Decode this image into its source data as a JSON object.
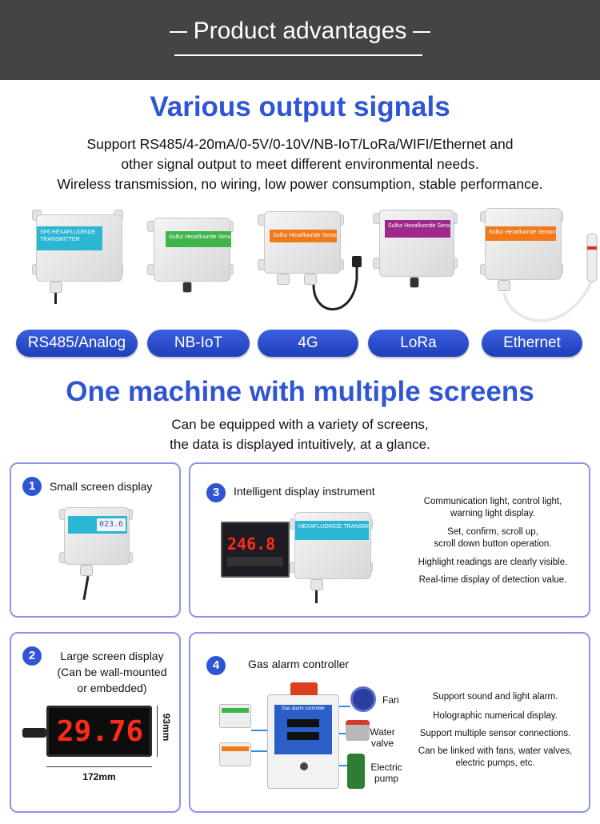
{
  "header": {
    "title": "Product advantages"
  },
  "section1": {
    "title": "Various output signals",
    "desc": [
      "Support RS485/4-20mA/0-5V/0-10V/NB-IoT/LoRa/WIFI/Ethernet and",
      "other signal output to meet different environmental needs.",
      "Wireless transmission, no wiring, low power consumption, stable performance."
    ],
    "devices": [
      {
        "label": "SF6 HEXAFLUORIDE TRANSMITTER",
        "color": "#2bb6d4"
      },
      {
        "label": "Sulfur Hexafluoride Sensor",
        "color": "#3db54a"
      },
      {
        "label": "Sulfur Hexafluoride Sensor",
        "color": "#f07a1a"
      },
      {
        "label": "Sulfur Hexafluoride Sensor",
        "color": "#a0288c"
      },
      {
        "label": "Sulfur Hexafluoride Sensor",
        "color": "#f07a1a"
      }
    ],
    "pills": [
      "RS485/Analog",
      "NB-IoT",
      "4G",
      "LoRa",
      "Ethernet"
    ]
  },
  "section2": {
    "title": "One machine with multiple screens",
    "desc": [
      "Can be equipped with a variety of screens,",
      "the data is displayed intuitively, at a glance."
    ]
  },
  "cards": {
    "c1": {
      "num": "1",
      "title": "Small screen display",
      "screen": "023.6"
    },
    "c2": {
      "num": "2",
      "title_lines": [
        "Large screen display",
        "(Can be wall-mounted",
        "or embedded)"
      ],
      "reading": "29.76",
      "width_label": "172mm",
      "height_label": "93mm"
    },
    "c3": {
      "num": "3",
      "title": "Intelligent display instrument",
      "reading": "246.8",
      "features": [
        [
          "Communication light, control light,",
          "warning light display."
        ],
        [
          "Set, confirm, scroll up,",
          "scroll down button operation."
        ],
        [
          "Highlight readings are clearly visible."
        ],
        [
          "Real-time display of detection value."
        ]
      ],
      "device_label": "HEXAFLUORIDE TRANSMITTER"
    },
    "c4": {
      "num": "4",
      "title": "Gas alarm controller",
      "controller_label": "Gas alarm controller",
      "outputs": [
        "Fan",
        "Water valve",
        "Electric pump"
      ],
      "features": [
        [
          "Support sound and light alarm."
        ],
        [
          "Holographic numerical display."
        ],
        [
          "Support multiple sensor connections."
        ],
        [
          "Can be linked with fans, water valves,",
          "electric pumps, etc."
        ]
      ]
    }
  },
  "colors": {
    "accent": "#2f55d4",
    "header_bg": "#444444",
    "card_border": "#8f93e8",
    "segment_red": "#ff2a1a"
  }
}
